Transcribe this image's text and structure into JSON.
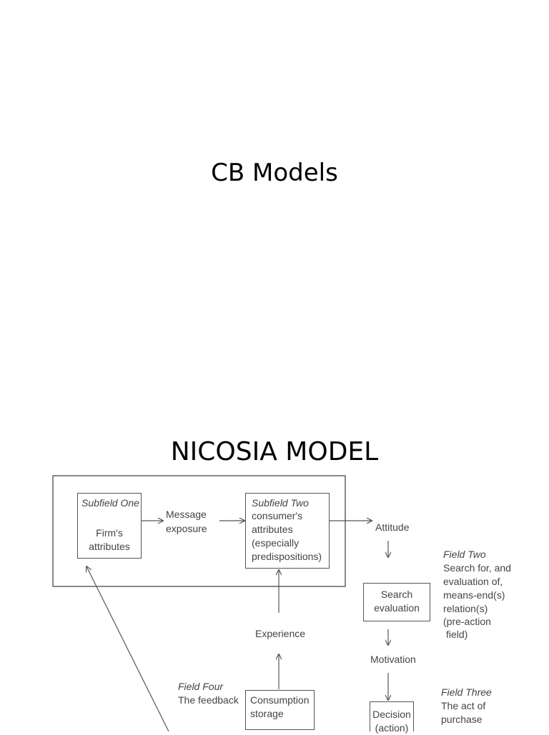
{
  "slide1": {
    "title": "CB Models"
  },
  "slide2": {
    "title": "NICOSIA MODEL",
    "diagram": {
      "subfield_one": {
        "heading": "Subfield One",
        "line1": "Firm's",
        "line2": "attributes"
      },
      "message": {
        "line1": "Message",
        "line2": "exposure"
      },
      "subfield_two": {
        "heading": "Subfield Two",
        "line1": "consumer's",
        "line2": "attributes",
        "line3": "(especially",
        "line4": "predispositions)"
      },
      "attitude": "Attitude",
      "field_two": {
        "heading": "Field Two",
        "line1": "Search for, and",
        "line2": "evaluation of,",
        "line3": "means-end(s)",
        "line4": "relation(s)",
        "line5": "(pre-action",
        "line6": "field)"
      },
      "search": {
        "line1": "Search",
        "line2": "evaluation"
      },
      "experience": "Experience",
      "motivation": "Motivation",
      "field_four": {
        "heading": "Field Four",
        "line1": "The feedback"
      },
      "consumption": {
        "line1": "Consumption",
        "line2": "storage"
      },
      "field_three": {
        "heading": "Field Three",
        "line1": "The act of",
        "line2": "purchase"
      },
      "decision": {
        "line1": "Decision",
        "line2": "(action)"
      }
    }
  }
}
